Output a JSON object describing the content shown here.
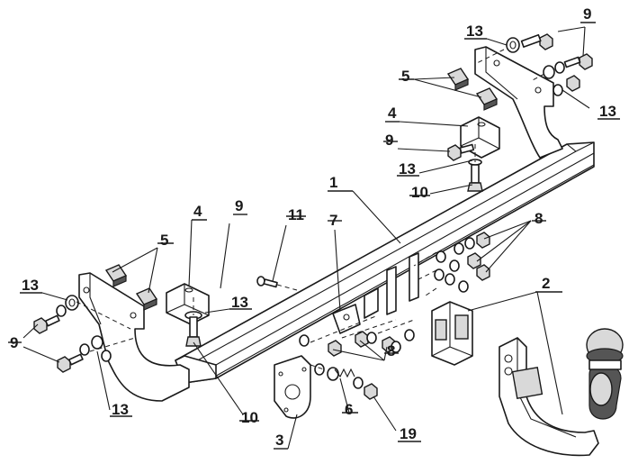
{
  "callouts": {
    "c1": "1",
    "c2": "2",
    "c3": "3",
    "c4a": "4",
    "c4b": "4",
    "c5a": "5",
    "c5b": "5",
    "c6": "6",
    "c7": "7",
    "c8a": "8",
    "c8b": "8",
    "c9a": "9",
    "c9b": "9",
    "c9c": "9",
    "c9d": "9",
    "c10a": "10",
    "c10b": "10",
    "c11": "11",
    "c13a": "13",
    "c13b": "13",
    "c13c": "13",
    "c13d": "13",
    "c13e": "13",
    "c13f": "13",
    "c19": "19"
  }
}
